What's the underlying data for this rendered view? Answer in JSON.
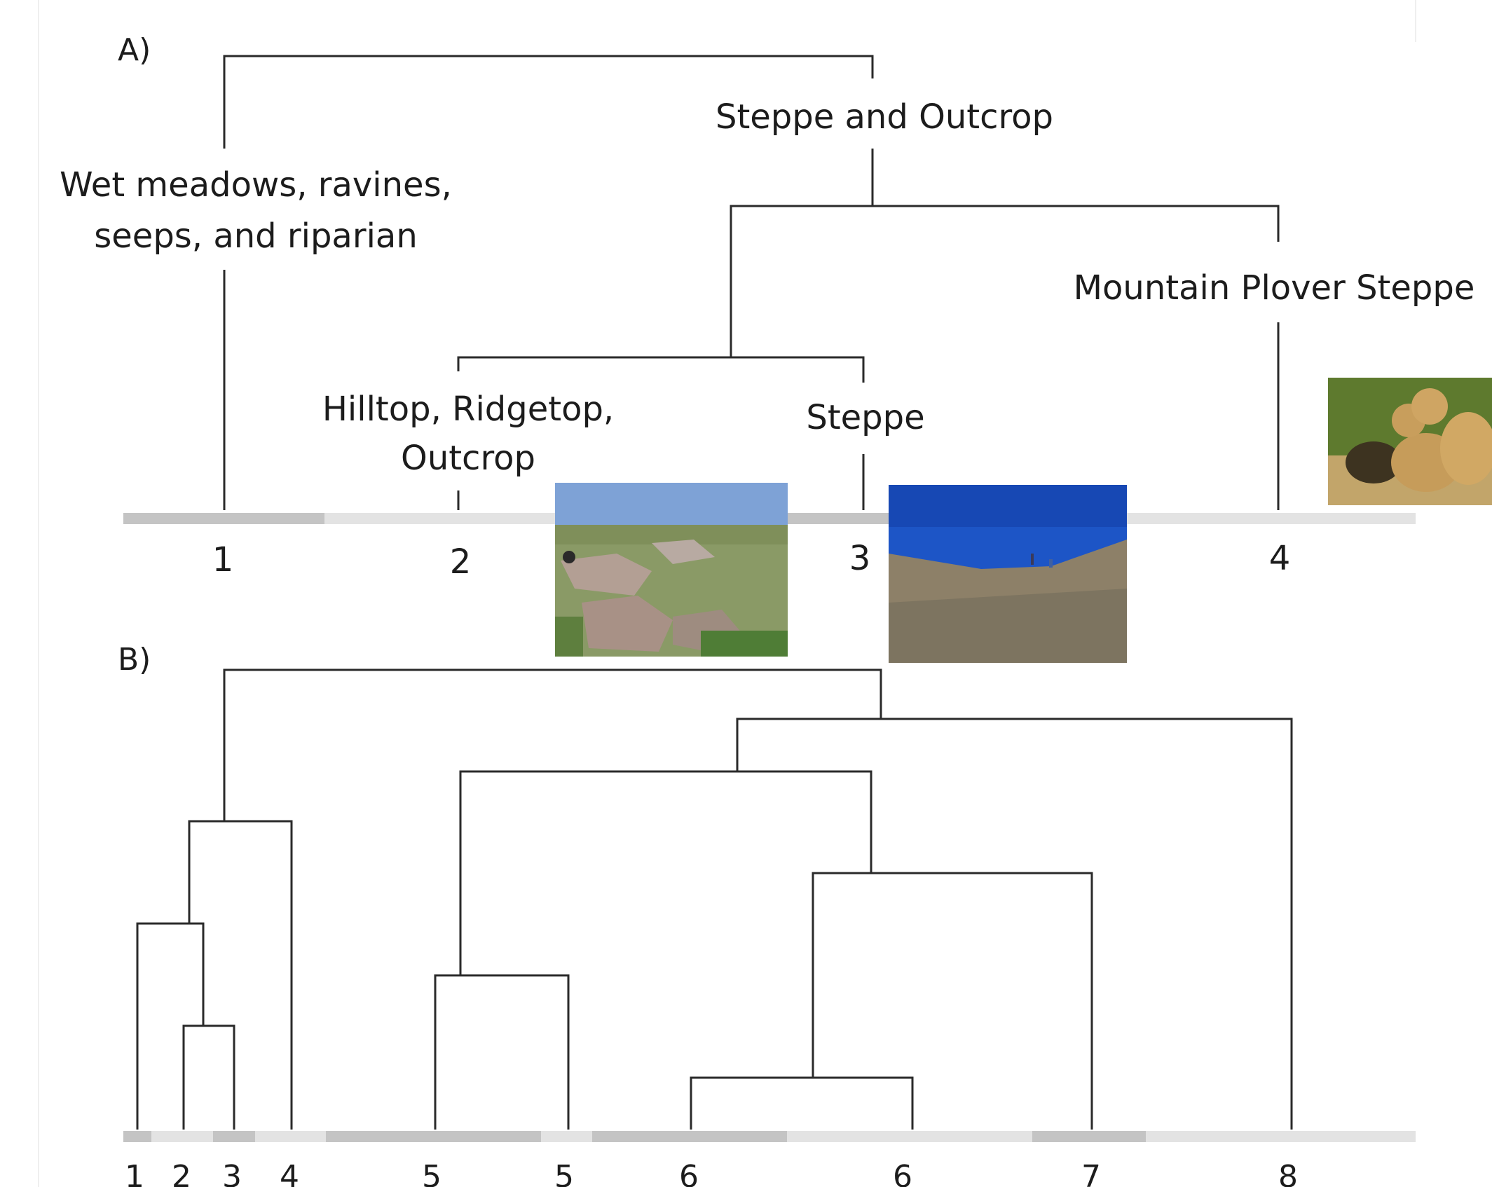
{
  "panel_a": {
    "label": "A)",
    "clade_labels": {
      "wet": [
        "Wet meadows, ravines,",
        "seeps, and riparian"
      ],
      "steppe_outcrop": "Steppe and Outcrop",
      "mountain_plover": "Mountain Plover Steppe",
      "hilltop": [
        "Hilltop, Ridgetop,",
        "Outcrop"
      ],
      "steppe": "Steppe"
    },
    "leaves": [
      "1",
      "2",
      "3",
      "4"
    ],
    "photos": [
      {
        "name": "outcrop-photo",
        "subject": "rocky outcrop on grassland"
      },
      {
        "name": "steppe-photo",
        "subject": "open steppe under blue sky"
      },
      {
        "name": "prairie-dog-photo",
        "subject": "prairie dogs at burrow"
      }
    ]
  },
  "panel_b": {
    "label": "B)",
    "leaves": [
      "1",
      "2",
      "3",
      "4",
      "5",
      "5",
      "6",
      "6",
      "7",
      "8"
    ]
  },
  "colors": {
    "line": "#2a2a2a",
    "bar_dark": "#c4c4c4",
    "bar_light": "#e3e3e3"
  }
}
